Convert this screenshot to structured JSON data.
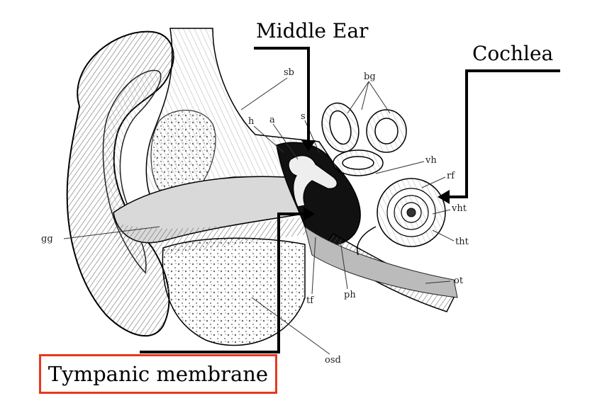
{
  "labels": {
    "middle_ear": "Middle Ear",
    "cochlea": "Cochlea",
    "tympanic_membrane": "Tympanic membrane"
  },
  "small_labels": {
    "sb": "sb",
    "bg": "bg",
    "h": "h",
    "a": "a",
    "s": "s",
    "vh": "vh",
    "rf": "rf",
    "vht": "vht",
    "tht": "tht",
    "ot": "ot",
    "gg": "gg",
    "tf": "tf",
    "ph": "ph",
    "osd": "osd"
  },
  "colors": {
    "highlight_box": "#e8381e",
    "ink": "#000000"
  }
}
